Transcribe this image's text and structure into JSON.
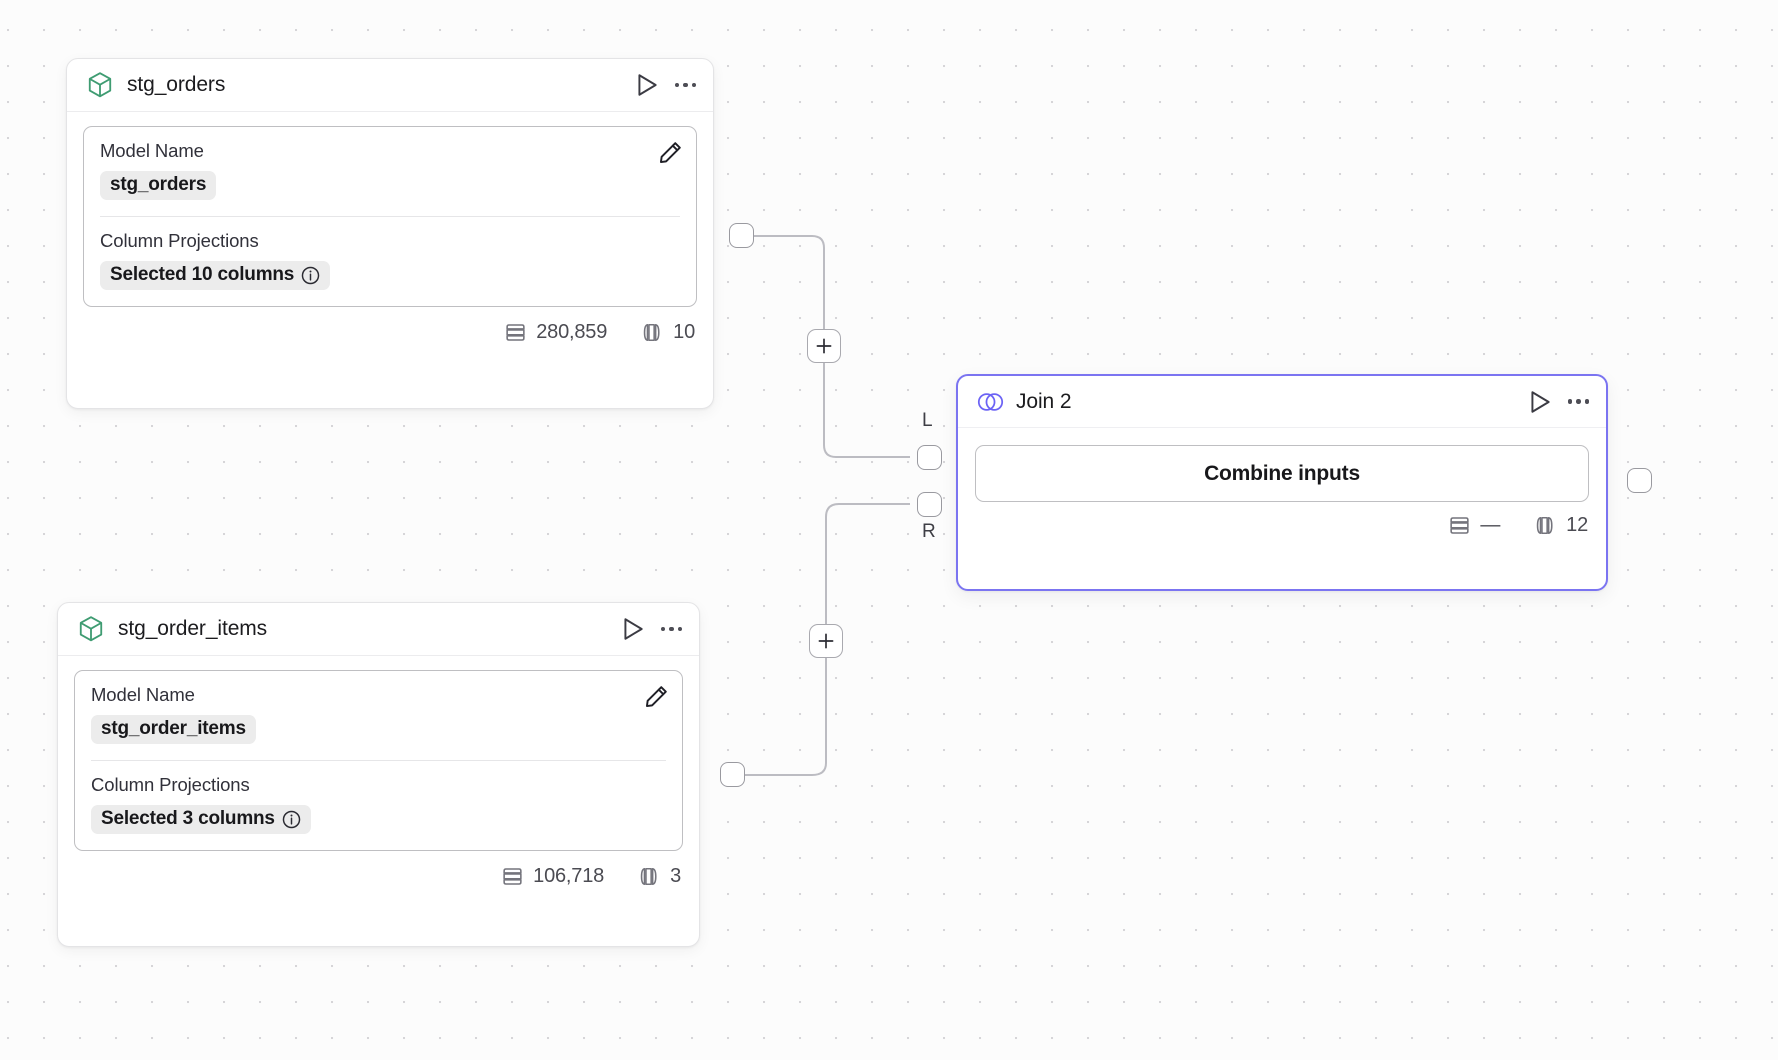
{
  "canvas": {
    "background": "#fcfcfc",
    "grid_dot_color": "#d6d5d8"
  },
  "nodes": [
    {
      "id": "stg_orders",
      "type": "model",
      "icon": "cube-icon",
      "icon_color": "#3f9c72",
      "title": "stg_orders",
      "actions": {
        "run_label": "play-icon",
        "menu_label": "ellipsis-icon"
      },
      "params": {
        "model_name_label": "Model Name",
        "model_name_value": "stg_orders",
        "column_projections_label": "Column Projections",
        "column_projections_value": "Selected 10 columns",
        "info_icon": "info-icon",
        "edit_icon": "pencil-icon"
      },
      "footer": {
        "rows_icon": "rows-icon",
        "rows_value": "280,859",
        "columns_icon": "columns-icon",
        "columns_value": "10"
      }
    },
    {
      "id": "stg_order_items",
      "type": "model",
      "icon": "cube-icon",
      "icon_color": "#3f9c72",
      "title": "stg_order_items",
      "actions": {
        "run_label": "play-icon",
        "menu_label": "ellipsis-icon"
      },
      "params": {
        "model_name_label": "Model Name",
        "model_name_value": "stg_order_items",
        "column_projections_label": "Column Projections",
        "column_projections_value": "Selected 3 columns",
        "info_icon": "info-icon",
        "edit_icon": "pencil-icon"
      },
      "footer": {
        "rows_icon": "rows-icon",
        "rows_value": "106,718",
        "columns_icon": "columns-icon",
        "columns_value": "3"
      }
    },
    {
      "id": "join_2",
      "type": "join",
      "icon": "venn-icon",
      "icon_color": "#6c63f5",
      "accent_color": "#7b74f1",
      "selected": true,
      "title": "Join 2",
      "actions": {
        "run_label": "play-icon",
        "menu_label": "ellipsis-icon"
      },
      "body": {
        "combine_button_label": "Combine inputs"
      },
      "footer": {
        "rows_icon": "rows-icon",
        "rows_value": "—",
        "columns_icon": "columns-icon",
        "columns_value": "12"
      },
      "input_ports": [
        {
          "label": "L"
        },
        {
          "label": "R"
        }
      ]
    }
  ],
  "edges": {
    "add_button_label": "+",
    "count": 2
  }
}
